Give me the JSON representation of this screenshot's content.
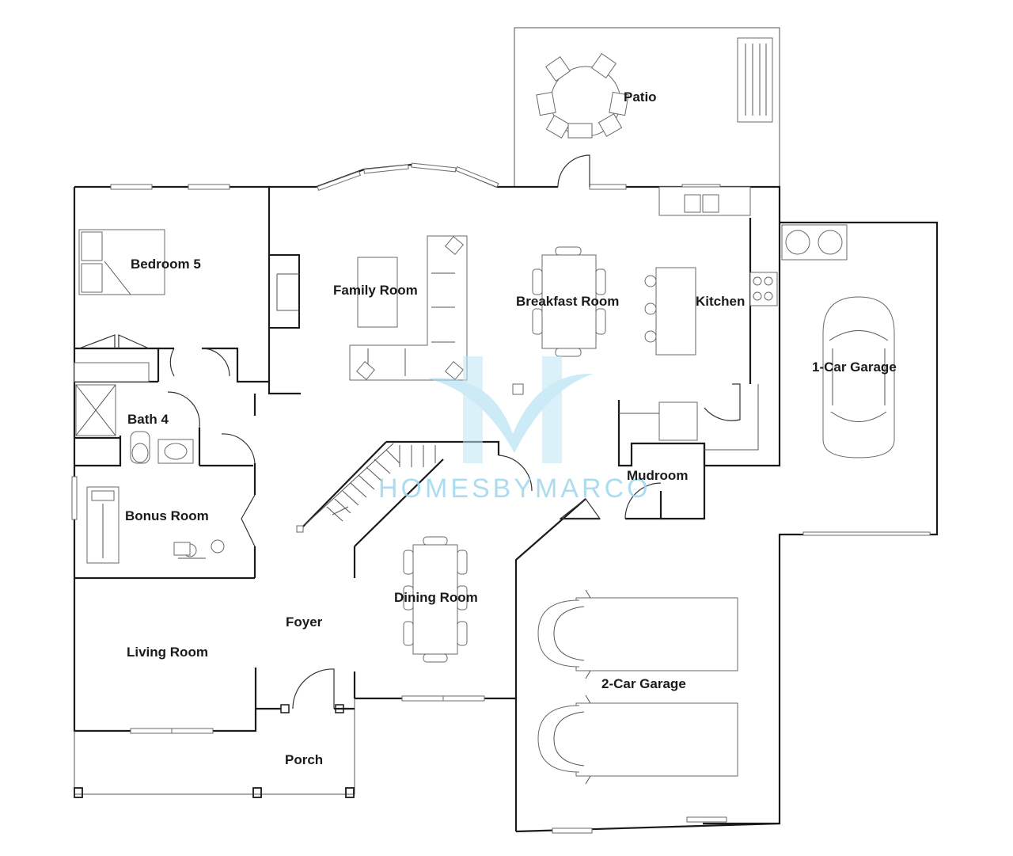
{
  "rooms": {
    "patio": "Patio",
    "bedroom_5": "Bedroom 5",
    "family_room": "Family Room",
    "breakfast_room": "Breakfast Room",
    "kitchen": "Kitchen",
    "one_car_garage": "1-Car Garage",
    "bath_4": "Bath 4",
    "mudroom": "Mudroom",
    "bonus_room": "Bonus Room",
    "dining_room": "Dining Room",
    "foyer": "Foyer",
    "living_room": "Living Room",
    "two_car_garage": "2-Car Garage",
    "porch": "Porch"
  },
  "watermark": {
    "brand_text": "HOMESBYMARCO",
    "icon": "hm-monogram-logo",
    "color": "#9fd6ee"
  },
  "colors": {
    "wall": "#1a1a1a",
    "furniture": "#6a6a6a"
  }
}
